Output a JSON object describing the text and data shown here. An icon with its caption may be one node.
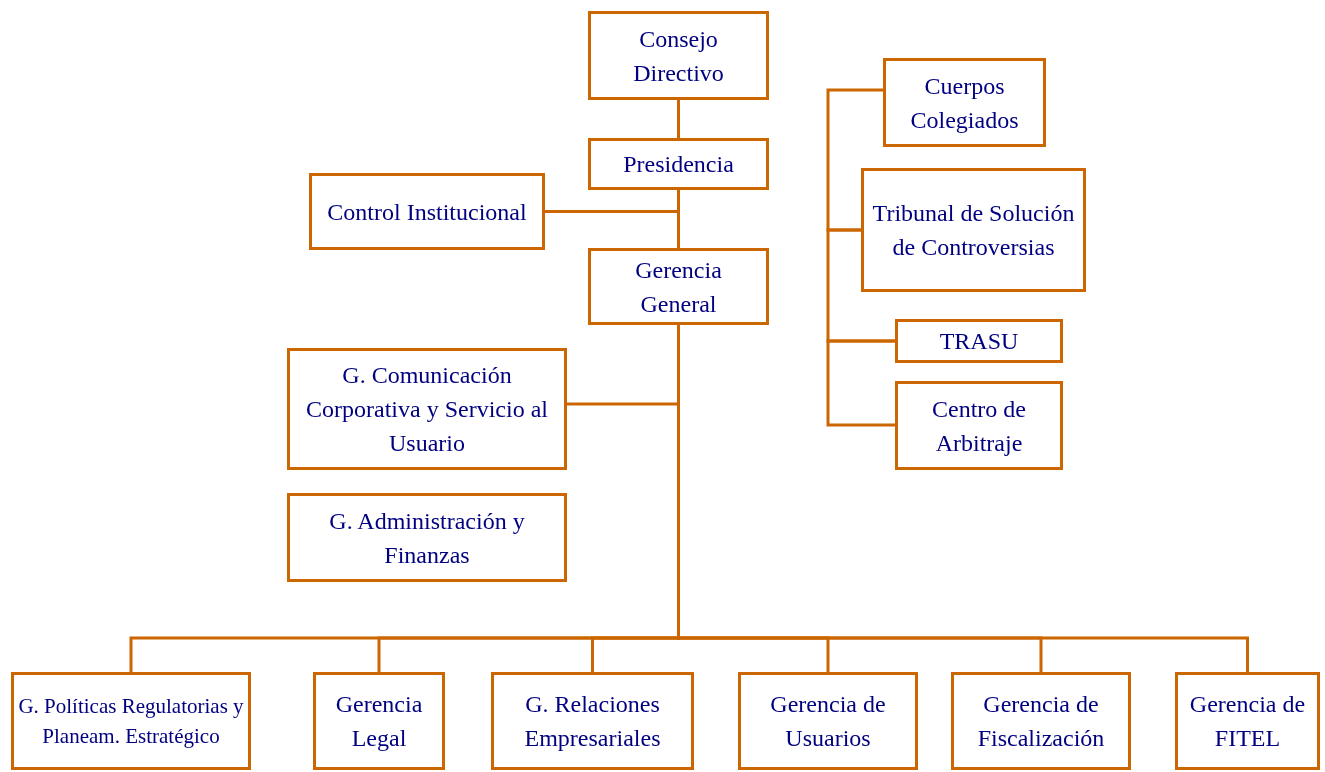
{
  "diagram": {
    "nodes": [
      {
        "text": [
          "Consejo Directivo"
        ]
      },
      {
        "text": [
          "Presidencia"
        ]
      },
      {
        "text": [
          "Control Institucional"
        ]
      },
      {
        "text": [
          "Gerencia General"
        ]
      },
      {
        "text": [
          "G. Comunicación Corporativa y Servicio al Usuario"
        ]
      },
      {
        "text": [
          "G. Administración y Finanzas"
        ]
      },
      {
        "text": [
          "Cuerpos Colegiados"
        ]
      },
      {
        "text": [
          "Tribunal de Solución de Controversias"
        ]
      },
      {
        "text": [
          "TRASU"
        ]
      },
      {
        "text": [
          "Centro de Arbitraje"
        ]
      },
      {
        "text": [
          "G. Políticas Regulatorias y Planeam. Estratégico"
        ]
      },
      {
        "text": [
          "Gerencia Legal"
        ]
      },
      {
        "text": [
          "G. Relaciones Empresariales"
        ]
      },
      {
        "text": [
          "Gerencia de Usuarios"
        ]
      },
      {
        "text": [
          "Gerencia de Fiscalización"
        ]
      },
      {
        "text": [
          "Gerencia de FITEL"
        ]
      }
    ],
    "edges": [
      {
        "from": 0,
        "to": 1,
        "arrow": "none"
      },
      {
        "from": 1,
        "to": 3,
        "arrow": "none"
      },
      {
        "from": 1,
        "to": 2,
        "arrow": "none"
      },
      {
        "from": 3,
        "to": 4,
        "arrow": "none"
      },
      {
        "from": 3,
        "to": 10,
        "arrow": "none"
      },
      {
        "from": 3,
        "to": 11,
        "arrow": "none"
      },
      {
        "from": 3,
        "to": 12,
        "arrow": "none"
      },
      {
        "from": 3,
        "to": 13,
        "arrow": "none"
      },
      {
        "from": 3,
        "to": 14,
        "arrow": "none"
      },
      {
        "from": 3,
        "to": 15,
        "arrow": "none"
      },
      {
        "from": 6,
        "to": 7,
        "arrow": "none"
      },
      {
        "from": 7,
        "to": 8,
        "arrow": "none"
      },
      {
        "from": 8,
        "to": 9,
        "arrow": "none"
      }
    ]
  }
}
